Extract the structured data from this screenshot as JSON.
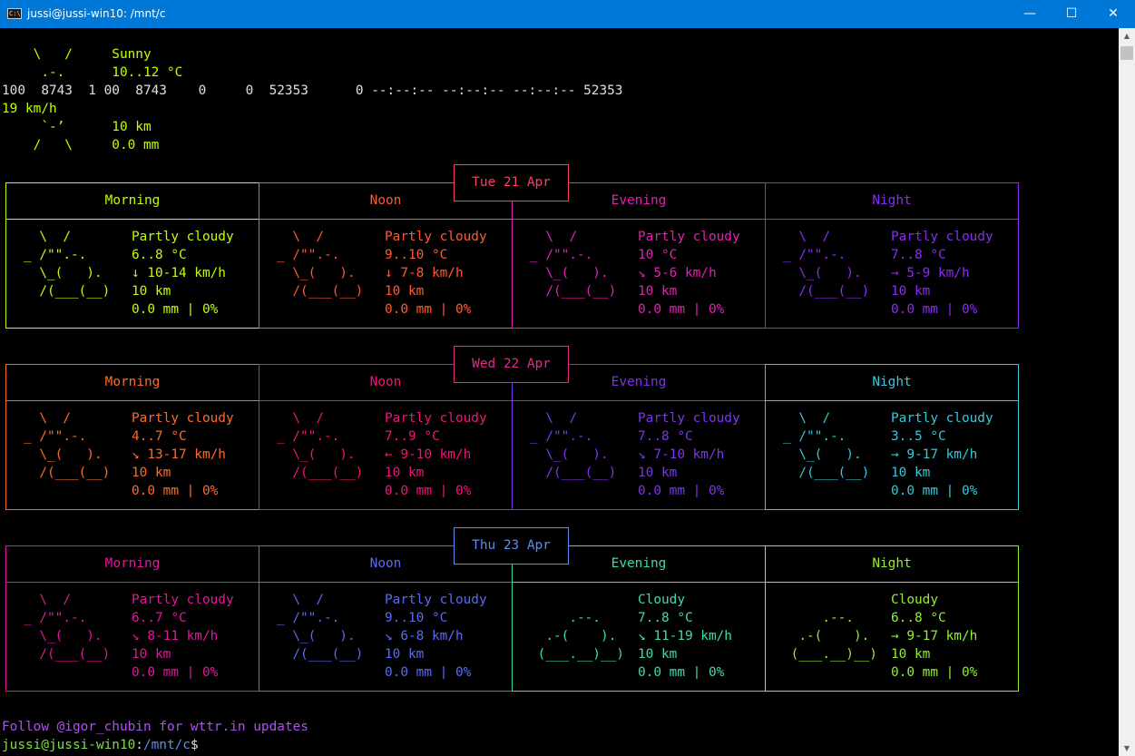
{
  "window": {
    "title": "jussi@jussi-win10: /mnt/c",
    "minimize_glyph": "—",
    "maximize_glyph": "☐",
    "close_glyph": "✕"
  },
  "current": {
    "lines": [
      {
        "art": "    \\   /     ",
        "text": "Sunny",
        "color": "#c0ff00"
      },
      {
        "art": "     .-.      ",
        "text": "10..12 °C",
        "color": "#c0ff00"
      },
      {
        "art": "",
        "text": "100  8743  1 00  8743    0     0  52353      0 --:--:-- --:--:-- --:--:-- 52353",
        "color": "#e0e0e0"
      },
      {
        "art": "",
        "text": "19 km/h",
        "color": "#c0ff00"
      },
      {
        "art": "     `-’      ",
        "text": "10 km",
        "color": "#c0ff00"
      },
      {
        "art": "    /   \\     ",
        "text": "0.0 mm",
        "color": "#c0ff00"
      }
    ]
  },
  "forecast": [
    {
      "date": "Tue 21 Apr",
      "date_color": "#ff3c64",
      "periods": [
        {
          "name": "Morning",
          "color": "#c0ff00",
          "art": [
            "  \\  /      ",
            "_ /\"\".-.    ",
            "  \\_(   ).  ",
            "  /(___(__) ",
            "            "
          ],
          "condition": "Partly cloudy",
          "temp": "6..8 °C",
          "wind": "↓ 10-14 km/h",
          "visibility": "10 km",
          "precip": "0.0 mm | 0%"
        },
        {
          "name": "Noon",
          "color": "#ff5a32",
          "art": [
            "  \\  /      ",
            "_ /\"\".-.    ",
            "  \\_(   ).  ",
            "  /(___(__) ",
            "            "
          ],
          "condition": "Partly cloudy",
          "temp": "9..10 °C",
          "wind": "↓ 7-8 km/h",
          "visibility": "10 km",
          "precip": "0.0 mm | 0%"
        },
        {
          "name": "Evening",
          "color": "#e61eb4",
          "art": [
            "  \\  /      ",
            "_ /\"\".-.    ",
            "  \\_(   ).  ",
            "  /(___(__) ",
            "            "
          ],
          "condition": "Partly cloudy",
          "temp": "10 °C",
          "wind": "↘ 5-6 km/h",
          "visibility": "10 km",
          "precip": "0.0 mm | 0%"
        },
        {
          "name": "Night",
          "color": "#8c2cf2",
          "art": [
            "  \\  /      ",
            "_ /\"\".-.    ",
            "  \\_(   ).  ",
            "  /(___(__) ",
            "            "
          ],
          "condition": "Partly cloudy",
          "temp": "7..8 °C",
          "wind": "→ 5-9 km/h",
          "visibility": "10 km",
          "precip": "0.0 mm | 0%"
        }
      ]
    },
    {
      "date": "Wed 22 Apr",
      "date_color": "#e6288c",
      "periods": [
        {
          "name": "Morning",
          "color": "#ff6a2a",
          "art": [
            "  \\  /      ",
            "_ /\"\".-.    ",
            "  \\_(   ).  ",
            "  /(___(__) ",
            "            "
          ],
          "condition": "Partly cloudy",
          "temp": "4..7 °C",
          "wind": "↘ 13-17 km/h",
          "visibility": "10 km",
          "precip": "0.0 mm | 0%"
        },
        {
          "name": "Noon",
          "color": "#f0147a",
          "art": [
            "  \\  /      ",
            "_ /\"\".-.    ",
            "  \\_(   ).  ",
            "  /(___(__) ",
            "            "
          ],
          "condition": "Partly cloudy",
          "temp": "7..9 °C",
          "wind": "← 9-10 km/h",
          "visibility": "10 km",
          "precip": "0.0 mm | 0%"
        },
        {
          "name": "Evening",
          "color": "#7b34f0",
          "art": [
            "  \\  /      ",
            "_ /\"\".-.    ",
            "  \\_(   ).  ",
            "  /(___(__) ",
            "            "
          ],
          "condition": "Partly cloudy",
          "temp": "7..8 °C",
          "wind": "↘ 7-10 km/h",
          "visibility": "10 km",
          "precip": "0.0 mm | 0%"
        },
        {
          "name": "Night",
          "color": "#36c8dc",
          "art": [
            "  \\  /      ",
            "_ /\"\".-.    ",
            "  \\_(   ).  ",
            "  /(___(__) ",
            "            "
          ],
          "condition": "Partly cloudy",
          "temp": "3..5 °C",
          "wind": "→ 9-17 km/h",
          "visibility": "10 km",
          "precip": "0.0 mm | 0%"
        }
      ]
    },
    {
      "date": "Thu 23 Apr",
      "date_color": "#5a8af2",
      "periods": [
        {
          "name": "Morning",
          "color": "#e6149e",
          "art": [
            "  \\  /      ",
            "_ /\"\".-.    ",
            "  \\_(   ).  ",
            "  /(___(__) ",
            "            "
          ],
          "condition": "Partly cloudy",
          "temp": "6..7 °C",
          "wind": "↘ 8-11 km/h",
          "visibility": "10 km",
          "precip": "0.0 mm | 0%"
        },
        {
          "name": "Noon",
          "color": "#5a6af2",
          "art": [
            "  \\  /      ",
            "_ /\"\".-.    ",
            "  \\_(   ).  ",
            "  /(___(__) ",
            "            "
          ],
          "condition": "Partly cloudy",
          "temp": "9..10 °C",
          "wind": "↘ 6-8 km/h",
          "visibility": "10 km",
          "precip": "0.0 mm | 0%"
        },
        {
          "name": "Evening",
          "color": "#3cdcb4",
          "art": [
            "            ",
            "     .--.   ",
            "  .-(    ). ",
            " (___.__)__)",
            "            "
          ],
          "condition": "Cloudy",
          "temp": "7..8 °C",
          "wind": "↘ 11-19 km/h",
          "visibility": "10 km",
          "precip": "0.0 mm | 0%"
        },
        {
          "name": "Night",
          "color": "#90f030",
          "art": [
            "            ",
            "     .--.   ",
            "  .-(    ). ",
            " (___.__)__)",
            "            "
          ],
          "condition": "Cloudy",
          "temp": "6..8 °C",
          "wind": "→ 9-17 km/h",
          "visibility": "10 km",
          "precip": "0.0 mm | 0%"
        }
      ]
    }
  ],
  "footer": {
    "follow_text": "Follow @igor_chubin for wttr.in updates",
    "follow_color": "#b050f0",
    "prompt_user": "jussi@jussi-win10",
    "prompt_colon": ":",
    "prompt_path": "/mnt/c",
    "prompt_symbol": "$",
    "prompt_user_color": "#7ae04a",
    "prompt_path_color": "#5b8df5"
  },
  "scrollbar": {
    "up_glyph": "▲",
    "down_glyph": "▼"
  }
}
